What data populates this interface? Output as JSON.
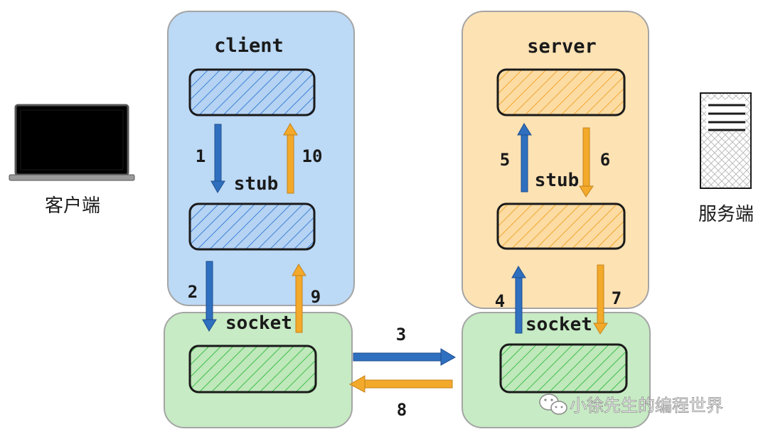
{
  "client": {
    "title": "client",
    "stub_label": "stub",
    "socket_label": "socket"
  },
  "server": {
    "title": "server",
    "stub_label": "stub",
    "socket_label": "socket"
  },
  "steps": {
    "s1": "1",
    "s2": "2",
    "s3": "3",
    "s4": "4",
    "s5": "5",
    "s6": "6",
    "s7": "7",
    "s8": "8",
    "s9": "9",
    "s10": "10"
  },
  "devices": {
    "client_label": "客户端",
    "server_label": "服务端"
  },
  "watermark": "小徐先生的编程世界",
  "colors": {
    "client_bg": "#bcd9f5",
    "server_bg": "#fde2b4",
    "socket_bg": "#c7ebc4",
    "blue_arrow": "#2f6fbf",
    "orange_arrow": "#f3a92a",
    "blue_hatch": "#3b82d6",
    "orange_hatch": "#f2a530",
    "green_hatch": "#3fbf4a"
  }
}
